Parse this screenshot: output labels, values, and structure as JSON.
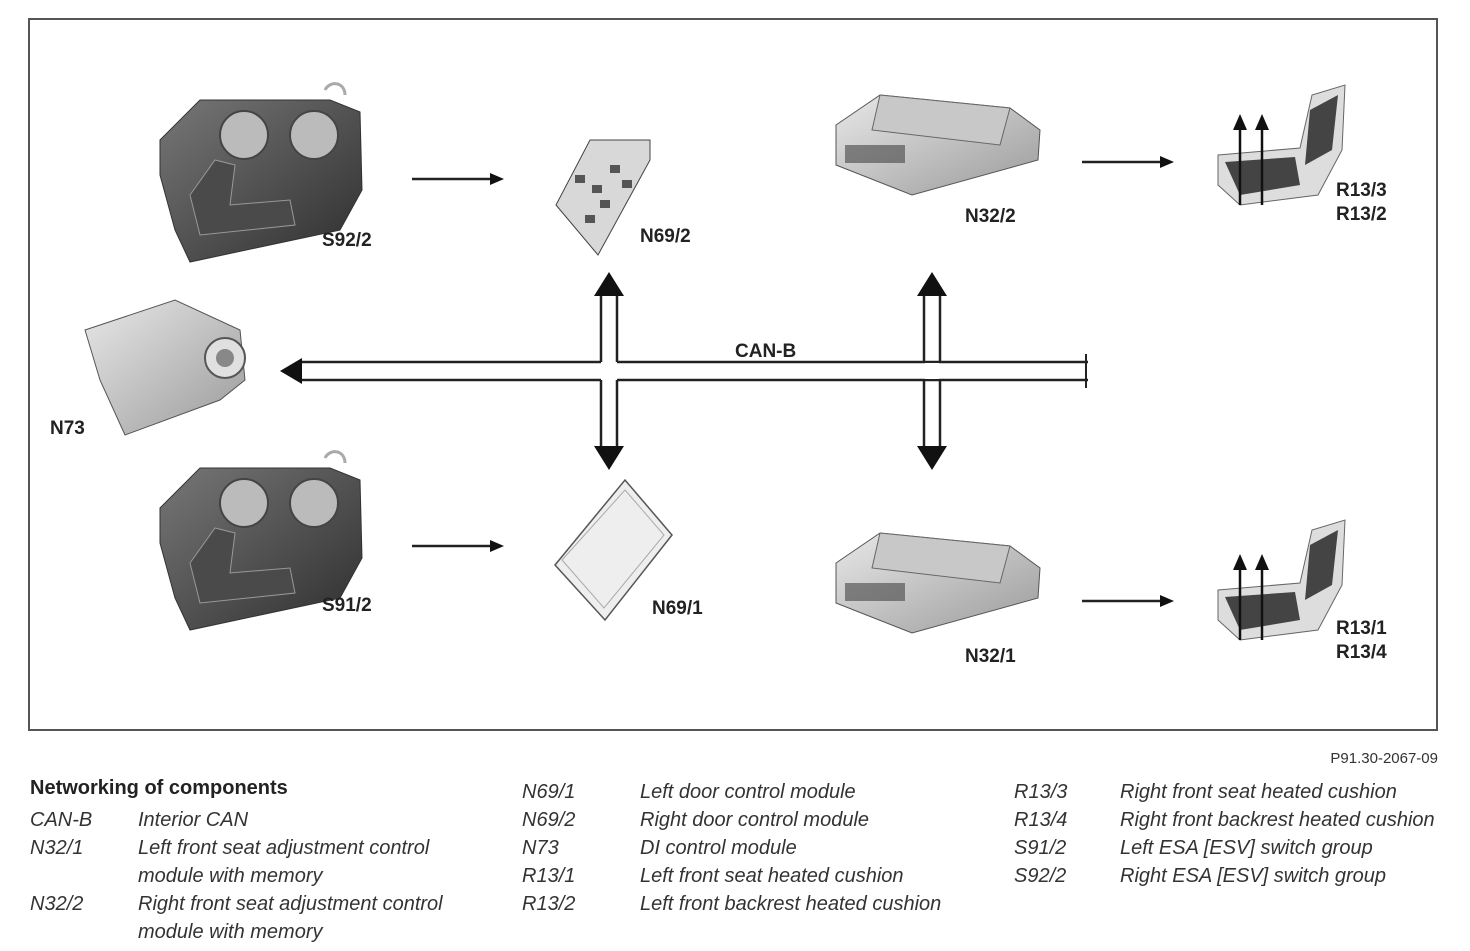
{
  "diagram": {
    "bus_label": "CAN-B",
    "labels": {
      "s92_2": "S92/2",
      "n69_2": "N69/2",
      "n32_2": "N32/2",
      "r13_3": "R13/3",
      "r13_2": "R13/2",
      "n73": "N73",
      "s91_2": "S91/2",
      "n69_1": "N69/1",
      "n32_1": "N32/1",
      "r13_1": "R13/1",
      "r13_4": "R13/4"
    }
  },
  "figure_code": "P91.30-2067-09",
  "legend": {
    "title": "Networking of components",
    "col1": [
      {
        "code": "CAN-B",
        "desc": "Interior CAN"
      },
      {
        "code": "N32/1",
        "desc": "Left front seat adjustment control module with memory"
      },
      {
        "code": "N32/2",
        "desc": "Right front seat adjustment control module with memory"
      }
    ],
    "col2": [
      {
        "code": "N69/1",
        "desc": "Left door control module"
      },
      {
        "code": "N69/2",
        "desc": "Right door control module"
      },
      {
        "code": "N73",
        "desc": "DI control module"
      },
      {
        "code": "R13/1",
        "desc": "Left front seat heated cushion"
      },
      {
        "code": "R13/2",
        "desc": "Left front backrest heated cushion"
      }
    ],
    "col3": [
      {
        "code": "R13/3",
        "desc": "Right front seat heated cushion"
      },
      {
        "code": "R13/4",
        "desc": "Right front backrest heated cushion"
      },
      {
        "code": "S91/2",
        "desc": "Left ESA [ESV] switch group"
      },
      {
        "code": "S92/2",
        "desc": "Right ESA [ESV] switch group"
      }
    ]
  }
}
